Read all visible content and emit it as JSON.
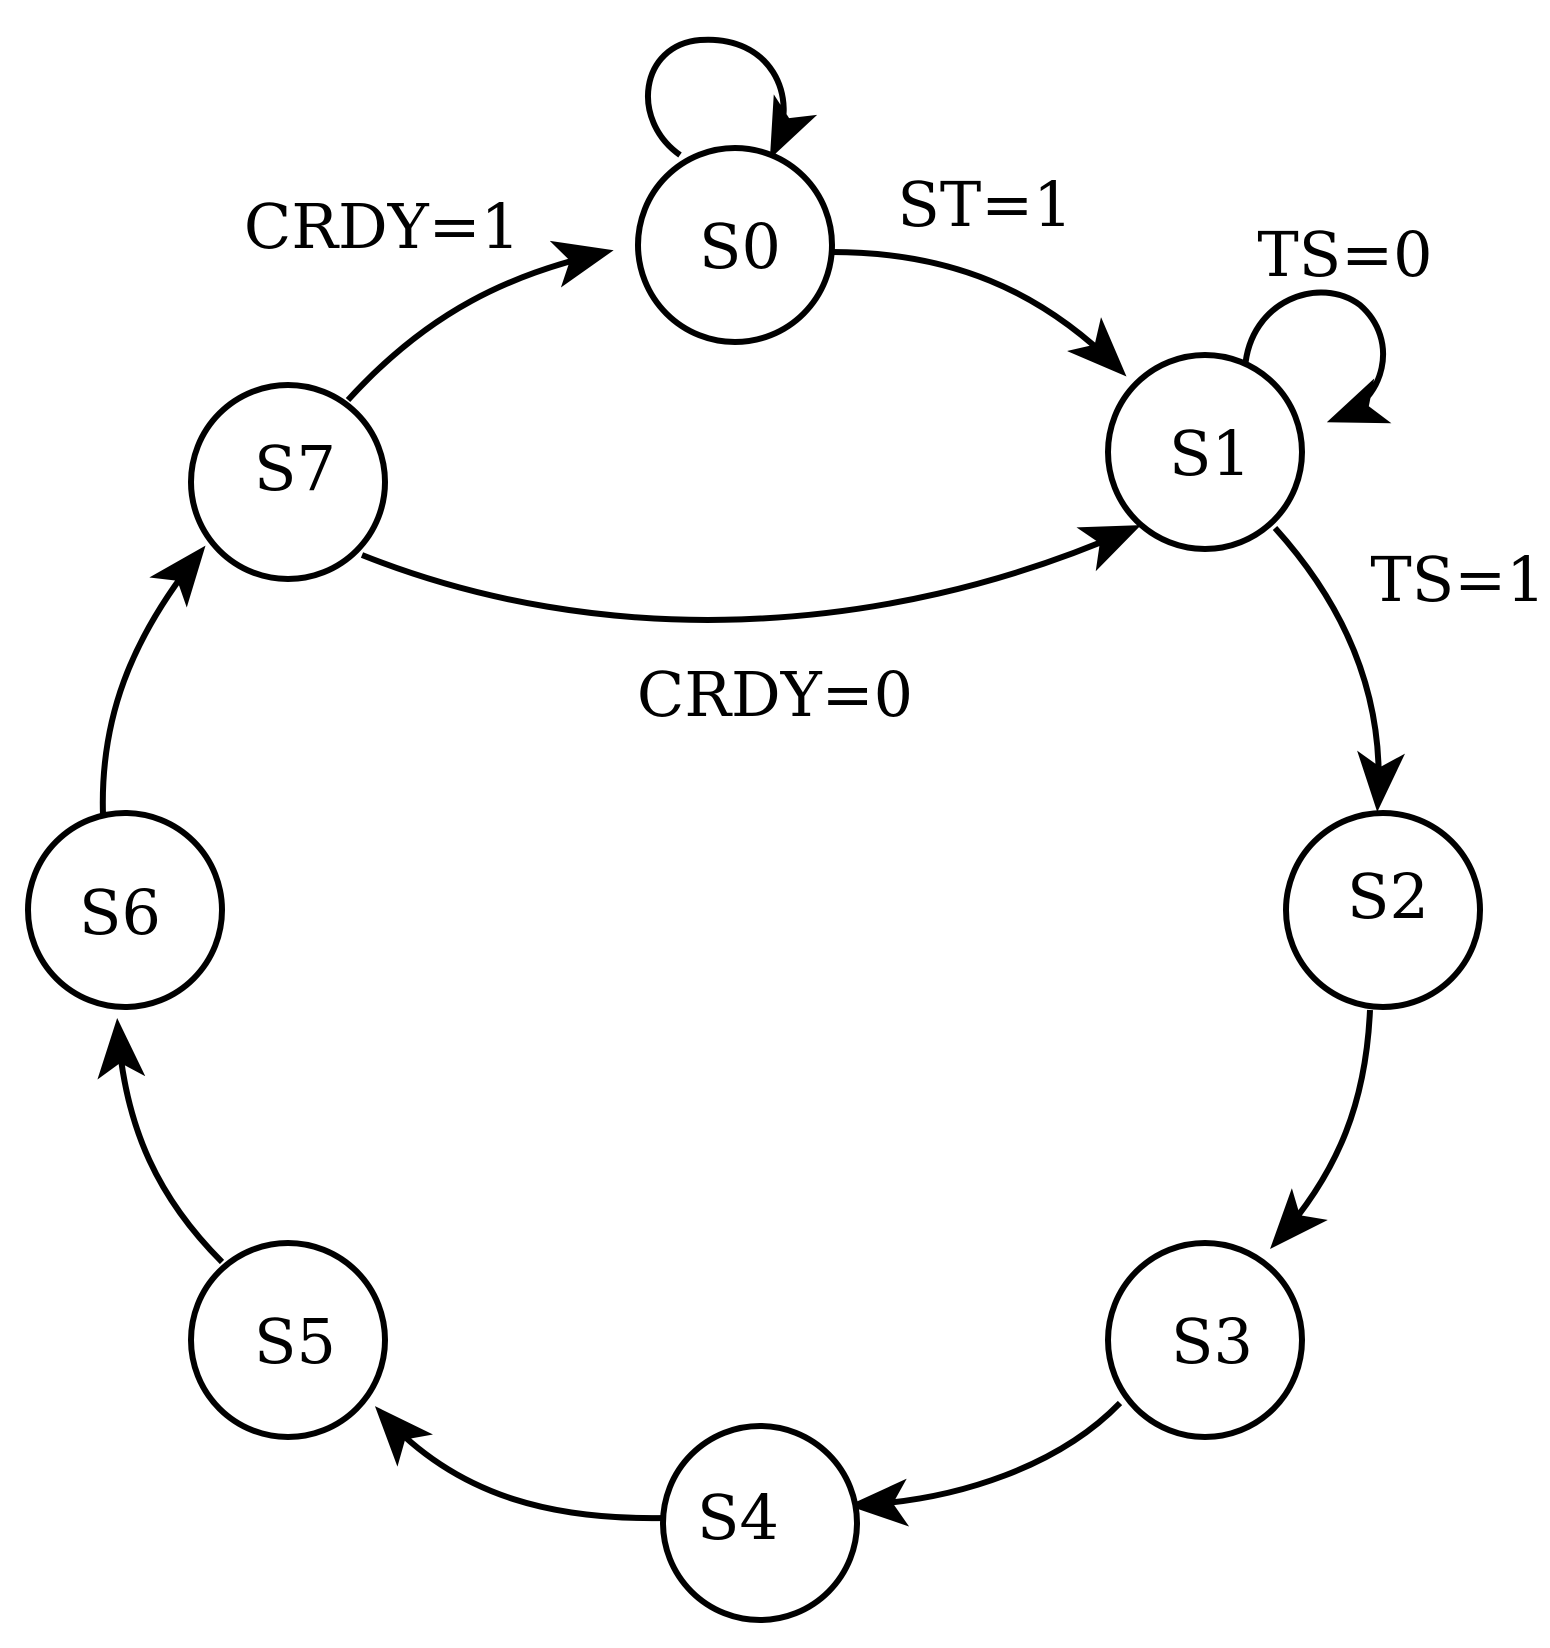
{
  "diagram": {
    "type": "state-machine",
    "states": [
      {
        "id": "S0",
        "label": "S0"
      },
      {
        "id": "S1",
        "label": "S1"
      },
      {
        "id": "S2",
        "label": "S2"
      },
      {
        "id": "S3",
        "label": "S3"
      },
      {
        "id": "S4",
        "label": "S4"
      },
      {
        "id": "S5",
        "label": "S5"
      },
      {
        "id": "S6",
        "label": "S6"
      },
      {
        "id": "S7",
        "label": "S7"
      }
    ],
    "transitions": [
      {
        "from": "S0",
        "to": "S0",
        "label": ""
      },
      {
        "from": "S0",
        "to": "S1",
        "label": "ST=1"
      },
      {
        "from": "S1",
        "to": "S1",
        "label": "TS=0"
      },
      {
        "from": "S1",
        "to": "S2",
        "label": "TS=1"
      },
      {
        "from": "S2",
        "to": "S3",
        "label": ""
      },
      {
        "from": "S3",
        "to": "S4",
        "label": ""
      },
      {
        "from": "S4",
        "to": "S5",
        "label": ""
      },
      {
        "from": "S5",
        "to": "S6",
        "label": ""
      },
      {
        "from": "S6",
        "to": "S7",
        "label": ""
      },
      {
        "from": "S7",
        "to": "S0",
        "label": "CRDY=1"
      },
      {
        "from": "S7",
        "to": "S1",
        "label": "CRDY=0"
      }
    ],
    "colors": {
      "stroke": "#000000",
      "background": "#ffffff"
    }
  }
}
